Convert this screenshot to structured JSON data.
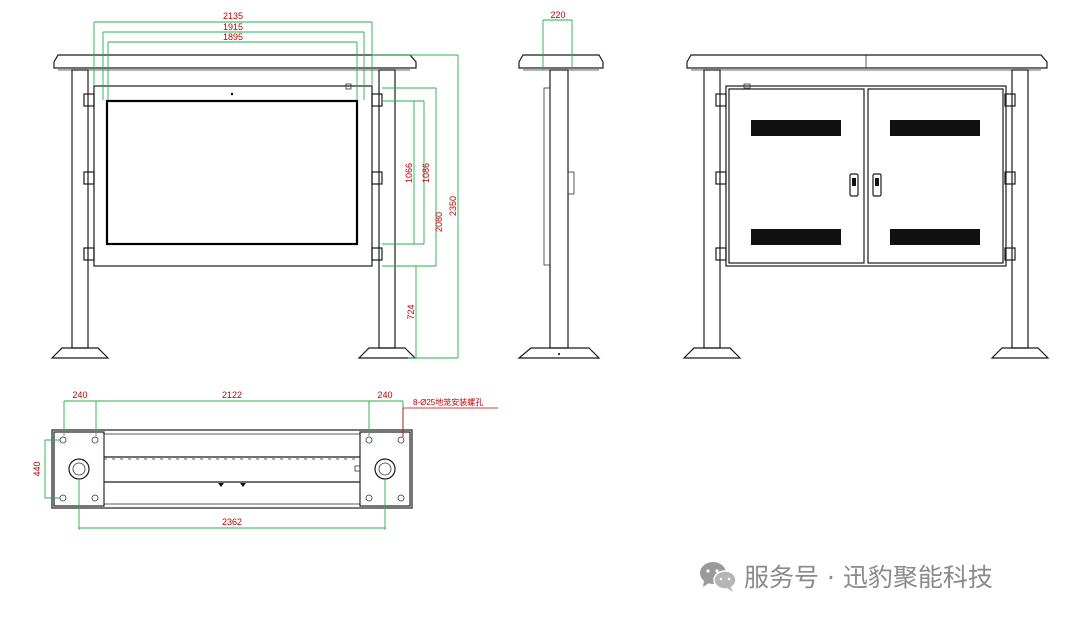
{
  "dimensions": {
    "front_width_outer": "2135",
    "front_width_mid": "1915",
    "front_width_inner": "1895",
    "side_depth": "220",
    "screen_height_1": "1066",
    "screen_height_2": "1086",
    "height_2080": "2080",
    "total_height": "2350",
    "ground_clearance": "724",
    "plan_left_offset": "240",
    "plan_span": "2122",
    "plan_right_offset": "240",
    "plan_depth": "440",
    "plan_total_width": "2362",
    "holes_note": "8-Ø25地笼安装螺孔"
  },
  "watermark": {
    "text": "服务号 · 迅豹聚能科技",
    "icon": "wechat-icon"
  }
}
